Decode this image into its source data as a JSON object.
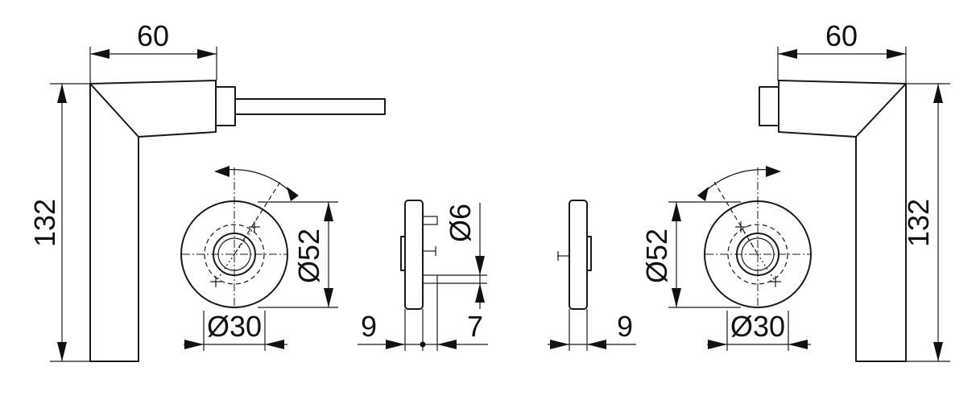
{
  "colors": {
    "line": "#1a1a1a",
    "background": "#ffffff"
  },
  "dimensions": {
    "left_width": "60",
    "right_width": "60",
    "left_height": "132",
    "right_height": "132",
    "left_rose_diameter": "Ø52",
    "right_rose_diameter": "Ø52",
    "left_hole_diameter": "Ø30",
    "right_hole_diameter": "Ø30",
    "pin_diameter": "Ø6",
    "left_rose_thickness": "9",
    "pin_offset": "7",
    "right_rose_thickness": "9"
  }
}
